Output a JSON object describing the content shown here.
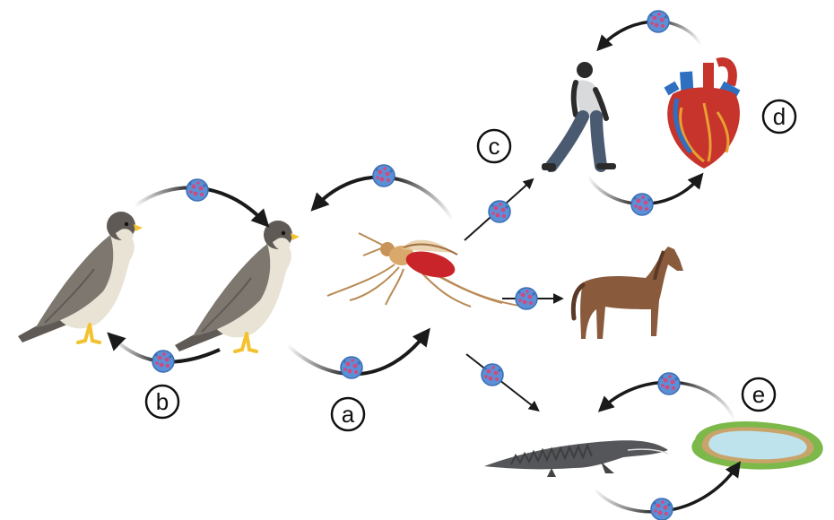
{
  "labels": {
    "a": "a",
    "b": "b",
    "c": "c",
    "d": "d",
    "e": "e"
  },
  "colors": {
    "arrow": "#1a1a1a",
    "virus_body": "#5b8fd6",
    "virus_spot": "#d2497f",
    "falcon_back": "#7d7770",
    "falcon_breast": "#e9e3d6",
    "falcon_feet": "#f2c230",
    "mosquito_body": "#d9a86b",
    "mosquito_blood": "#c8242a",
    "human_shirt": "#d9dadc",
    "human_pants": "#4a5a70",
    "human_skin": "#2b2b2b",
    "heart_red": "#c7342c",
    "heart_blue": "#2f6fc0",
    "heart_yellow": "#e9a032",
    "horse": "#8a5a3c",
    "alligator": "#555659",
    "pond_water": "#bfe3ec",
    "pond_edge": "#c9a46a",
    "pond_grass": "#7db84a"
  }
}
